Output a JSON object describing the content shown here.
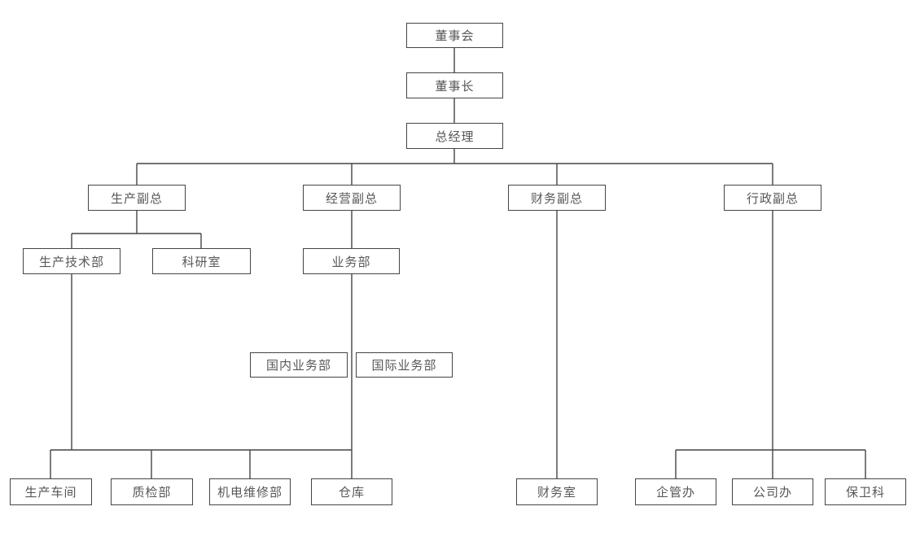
{
  "diagram": {
    "type": "organization-chart",
    "background_color": "#ffffff",
    "node_style": {
      "fill": "#ffffff",
      "border_color": "#454545",
      "text_color": "#575757"
    },
    "line_color": "#454545",
    "nodes": {
      "board": "董事会",
      "chairman": "董事长",
      "general_manager": "总经理",
      "production_vp": "生产副总",
      "operations_vp": "经营副总",
      "finance_vp": "财务副总",
      "admin_vp": "行政副总",
      "production_tech_dept": "生产技术部",
      "research_office": "科研室",
      "business_dept": "业务部",
      "domestic_business_dept": "国内业务部",
      "international_business_dept": "国际业务部",
      "production_workshop": "生产车间",
      "quality_inspection_dept": "质检部",
      "mechatronics_maintenance_dept": "机电维修部",
      "warehouse": "仓库",
      "finance_office": "财务室",
      "enterprise_mgmt_office": "企管办",
      "company_office": "公司办",
      "security_section": "保卫科"
    },
    "edges": [
      {
        "from": [
          "board"
        ],
        "to": [
          "chairman"
        ]
      },
      {
        "from": [
          "chairman"
        ],
        "to": [
          "general_manager"
        ]
      },
      {
        "from": [
          "general_manager"
        ],
        "to": [
          "production_vp",
          "operations_vp",
          "finance_vp",
          "admin_vp"
        ]
      },
      {
        "from": [
          "production_vp"
        ],
        "to": [
          "production_tech_dept",
          "research_office"
        ]
      },
      {
        "from": [
          "operations_vp"
        ],
        "to": [
          "business_dept"
        ]
      },
      {
        "from": [
          "production_tech_dept",
          "business_dept"
        ],
        "to": [
          "production_workshop",
          "quality_inspection_dept",
          "mechatronics_maintenance_dept",
          "warehouse"
        ]
      },
      {
        "from": [
          "finance_vp"
        ],
        "to": [
          "finance_office"
        ]
      },
      {
        "from": [
          "admin_vp"
        ],
        "to": [
          "enterprise_mgmt_office",
          "company_office",
          "security_section"
        ]
      }
    ],
    "unconnected_nodes": [
      "domestic_business_dept",
      "international_business_dept"
    ]
  }
}
